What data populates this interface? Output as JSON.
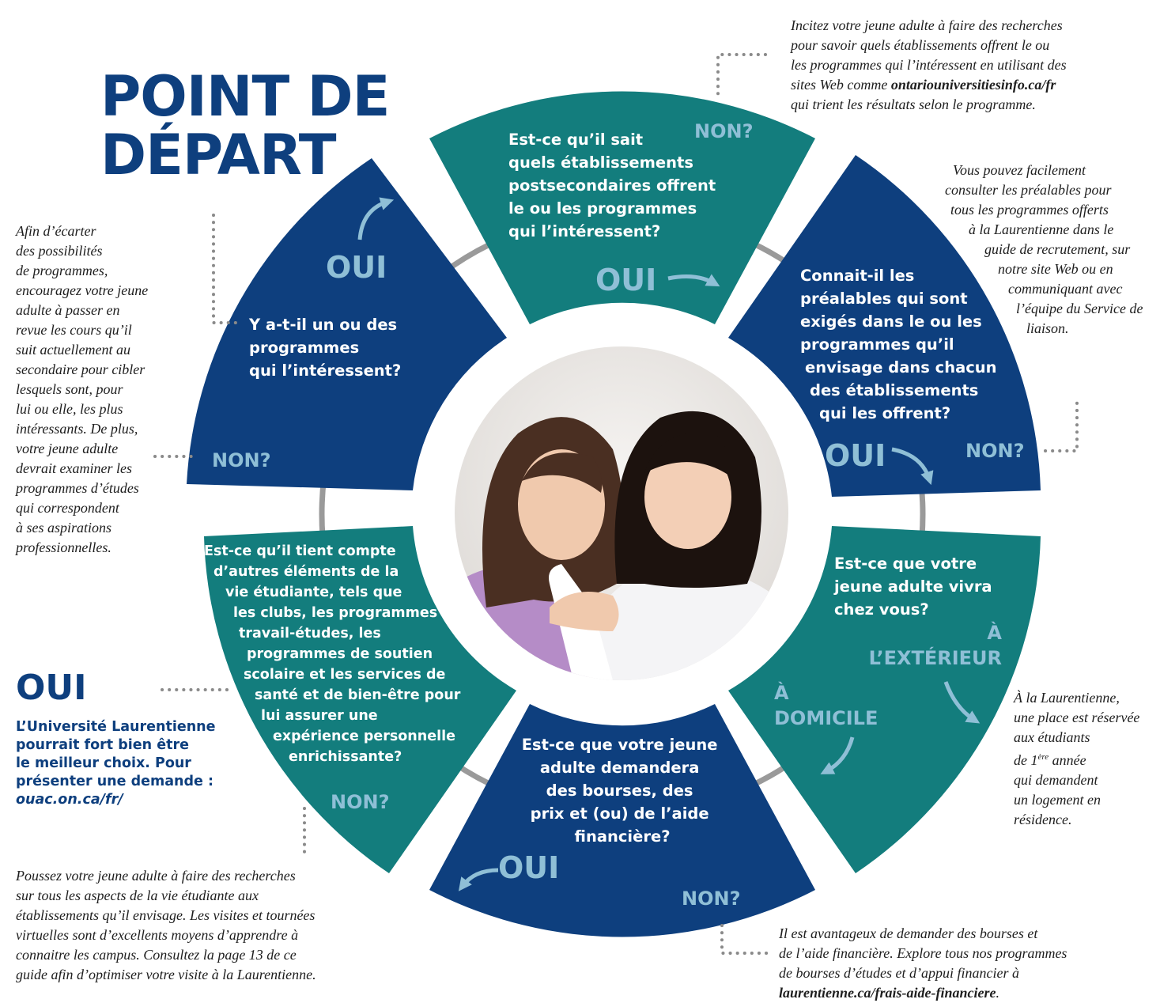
{
  "title": [
    "POINT DE",
    "DÉPART"
  ],
  "questions": {
    "q1": [
      "Y a-t-il un ou des",
      "programmes",
      "qui l’intéressent?"
    ],
    "q2": [
      "Est-ce qu’il sait",
      "quels établissements",
      "postsecondaires offrent",
      "le ou les programmes",
      "qui l’intéressent?"
    ],
    "q3": [
      "Connait-il les",
      "préalables qui sont",
      "exigés dans le ou les",
      "programmes qu’il",
      "envisage dans chacun",
      "des établissements",
      "qui les offrent?"
    ],
    "q4": [
      "Est-ce que votre",
      "jeune adulte vivra",
      "chez vous?"
    ],
    "q5": [
      "Est-ce que votre jeune",
      "adulte demandera",
      "des bourses, des",
      "prix et (ou) de l’aide",
      "financière?"
    ],
    "q6": [
      "Est-ce qu’il tient compte",
      "d’autres éléments de la",
      "vie étudiante, tels que",
      "les clubs, les programmes",
      "travail-études, les",
      "programmes de soutien",
      "scolaire et les services de",
      "santé et de bien-être pour",
      "lui assurer une",
      "expérience personnelle",
      "enrichissante?"
    ]
  },
  "labels": {
    "oui": "OUI",
    "non": "NON?",
    "a": "À",
    "exterieur": "L’EXTÉRIEUR",
    "domicile": "DOMICILE"
  },
  "notes": {
    "top": [
      "Incitez votre jeune adulte à faire des recherches",
      "pour savoir quels établissements offrent le ou",
      "les programmes qui l’intéressent en utilisant des",
      "sites Web comme",
      "ontariouniversitiesinfo.ca/fr",
      "qui trient les résultats selon le programme."
    ],
    "right_top": [
      "Vous pouvez facilement",
      "consulter les préalables pour",
      "tous les programmes offerts",
      "à la Laurentienne dans le",
      "guide de recrutement, sur",
      "notre site Web ou en",
      "communiquant avec",
      "l’équipe du Service de",
      "liaison."
    ],
    "left": [
      "Afin d’écarter",
      "des possibilités",
      "de programmes,",
      "encouragez votre jeune",
      "adulte à passer en",
      "revue les cours qu’il",
      "suit actuellement au",
      "secondaire pour cibler",
      "lesquels sont, pour",
      "lui ou elle, les plus",
      "intéressants. De plus,",
      "votre jeune adulte",
      "devrait examiner les",
      "programmes d’études",
      "qui correspondent",
      "à ses aspirations",
      "professionnelles."
    ],
    "right_bottom": [
      "À la Laurentienne,",
      "une place est réservée",
      "aux étudiants",
      "de 1",
      "ère",
      " année",
      "qui demandent",
      "un logement en",
      "résidence."
    ],
    "bottom_left": [
      "Poussez votre jeune adulte à faire des recherches",
      "sur tous les aspects de la vie étudiante aux",
      "établissements qu’il envisage. Les visites et tournées",
      "virtuelles sont d’excellents moyens d’apprendre à",
      "connaitre les campus. Consultez la page 13 de ce",
      "guide afin d’optimiser votre visite à la Laurentienne."
    ],
    "bottom_right": [
      "Il est avantageux de demander des bourses et",
      "de l’aide financière. Explore tous nos programmes",
      "de bourses d’études et d’appui financier à",
      "laurentienne.ca/frais-aide-financiere",
      "."
    ]
  },
  "final": {
    "heading": "OUI",
    "lines": [
      "L’Université Laurentienne",
      "pourrait fort bien être",
      "le meilleur choix. Pour",
      "présenter une demande :"
    ],
    "link": "ouac.on.ca/fr/"
  },
  "colors": {
    "navy": "#0e3f7e",
    "teal": "#137d7d",
    "label_light": "#8fbfd6",
    "ring": "#9a9a9a",
    "dots": "#8a8a8a"
  }
}
